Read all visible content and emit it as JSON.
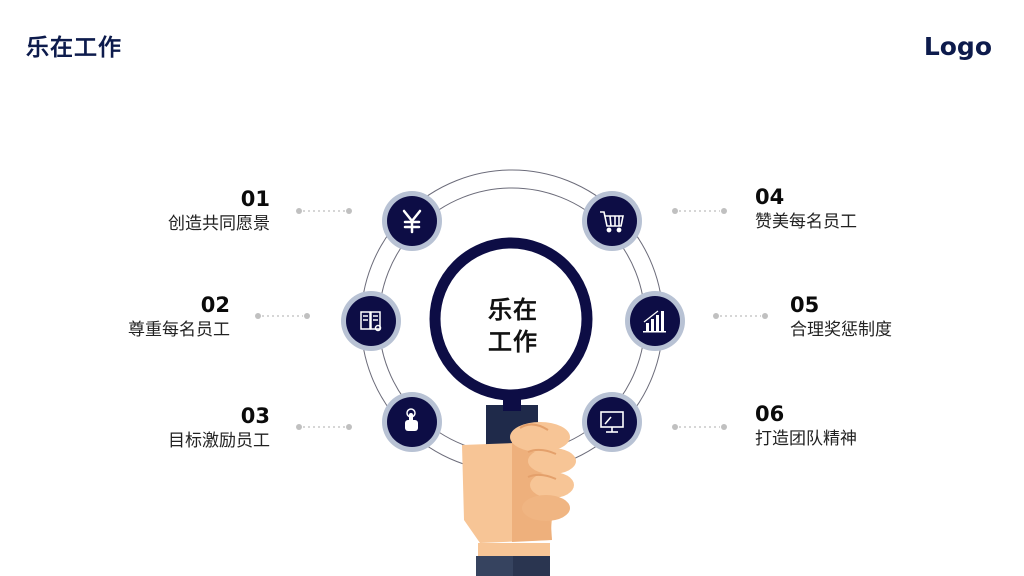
{
  "header": {
    "title": "乐在工作",
    "logo": "Logo"
  },
  "center": {
    "line1": "乐在",
    "line2": "工作"
  },
  "items": [
    {
      "num": "01",
      "label": "创造共同愿景",
      "icon": "yen-icon"
    },
    {
      "num": "02",
      "label": "尊重每名员工",
      "icon": "book-icon"
    },
    {
      "num": "03",
      "label": "目标激励员工",
      "icon": "hand-pointer-icon"
    },
    {
      "num": "04",
      "label": "赞美每名员工",
      "icon": "cart-icon"
    },
    {
      "num": "05",
      "label": "合理奖惩制度",
      "icon": "bar-chart-icon"
    },
    {
      "num": "06",
      "label": "打造团队精神",
      "icon": "monitor-icon"
    }
  ],
  "colors": {
    "navy": "#0d0d45",
    "ring": "#b8c2d4",
    "skin": "#f7c596",
    "skin_dark": "#eeb07c",
    "handle": "#36435f"
  }
}
